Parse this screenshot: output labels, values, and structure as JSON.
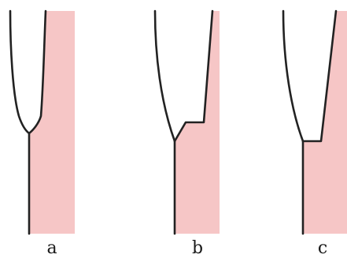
{
  "panels": [
    {
      "id": "a",
      "label": "a"
    },
    {
      "id": "b",
      "label": "b"
    },
    {
      "id": "c",
      "label": "c"
    }
  ],
  "colors": {
    "shading": "#f6c6c6",
    "outline": "#222222",
    "background": "#ffffff"
  }
}
